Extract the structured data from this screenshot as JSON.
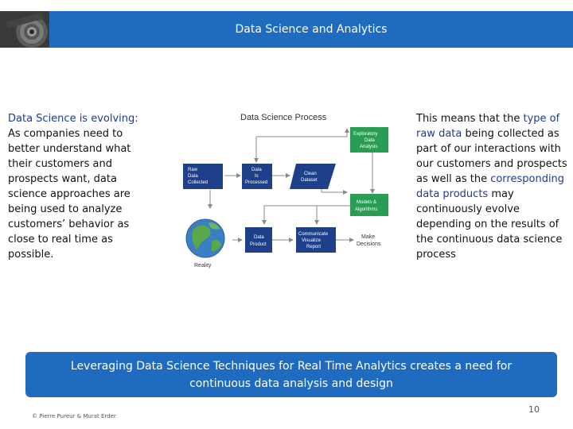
{
  "header": {
    "title": "Data Science and Analytics"
  },
  "left_text": {
    "lead": "Data Science is evolving:",
    "body": " As companies need to better understand what their customers and prospects want, data science approaches are being used to analyze customers’ behavior as close to real time as possible."
  },
  "right_text": {
    "p1": "This means that the ",
    "h1": "type of raw data",
    "p2": " being collected as part of our interactions with our customers and prospects as well as the ",
    "h2": "corresponding data products",
    "p3": " may continuously evolve depending on the results of the continuous data science process"
  },
  "diagram": {
    "title": "Data Science Process",
    "raw": [
      "Raw",
      "Data",
      "Collected"
    ],
    "processed": [
      "Data",
      "Is",
      "Processed"
    ],
    "clean": [
      "Clean",
      "Dataset"
    ],
    "eda": [
      "Exploratory",
      "Data",
      "Analysis"
    ],
    "models": [
      "Models &",
      "Algorithms"
    ],
    "product": [
      "Data",
      "Product"
    ],
    "communicate": [
      "Communicate",
      "Visualize",
      "Report"
    ],
    "decisions": [
      "Make",
      "Decisions"
    ],
    "reality": "Reality"
  },
  "banner": {
    "text": "Leveraging Data Science Techniques for Real Time Analytics creates a need for continuous data analysis and design"
  },
  "footer": {
    "copyright": "© Pierre Pureur & Murat Erder",
    "page_number": "10"
  },
  "colors": {
    "header": "#1f6bbf",
    "box": "#1e3f8a",
    "box_green": "#2a9d54",
    "highlight": "#1f3b8c"
  }
}
